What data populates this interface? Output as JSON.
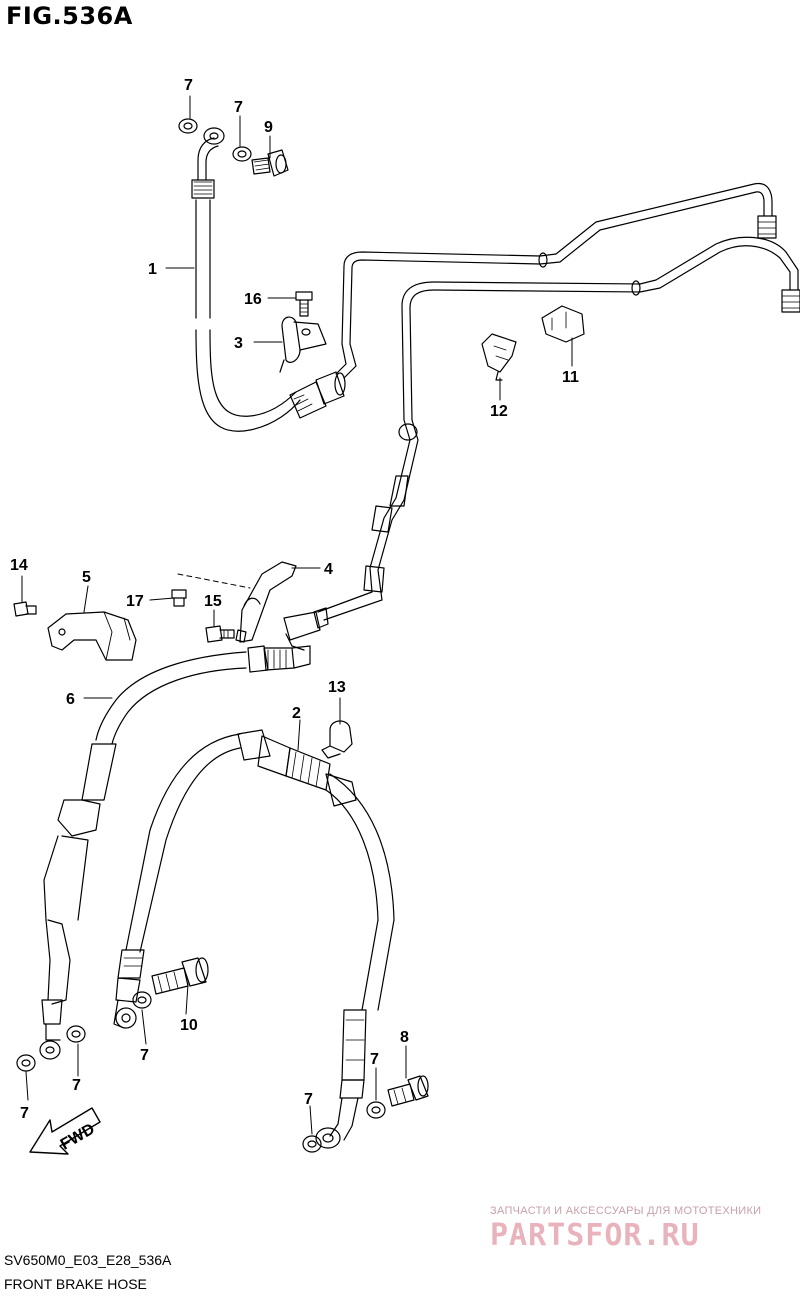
{
  "figure": {
    "title": "FIG.536A",
    "model_code": "SV650M0_E03_E28_536A",
    "caption": "FRONT BRAKE HOSE"
  },
  "direction_marker": "FWD",
  "watermark": {
    "tagline": "ЗАПЧАСТИ И АКСЕССУАРЫ ДЛЯ МОТОТЕХНИКИ",
    "site": "PARTSFOR.RU"
  },
  "callouts": {
    "c1": "1",
    "c2": "2",
    "c3": "3",
    "c4": "4",
    "c5": "5",
    "c6": "6",
    "c7a": "7",
    "c7b": "7",
    "c7c": "7",
    "c7d": "7",
    "c7e": "7",
    "c7f": "7",
    "c7g": "7",
    "c8": "8",
    "c9": "9",
    "c10": "10",
    "c11": "11",
    "c12": "12",
    "c13": "13",
    "c14": "14",
    "c15": "15",
    "c16": "16",
    "c17": "17"
  },
  "colors": {
    "line": "#000000",
    "watermark": "#e9b3bc"
  }
}
